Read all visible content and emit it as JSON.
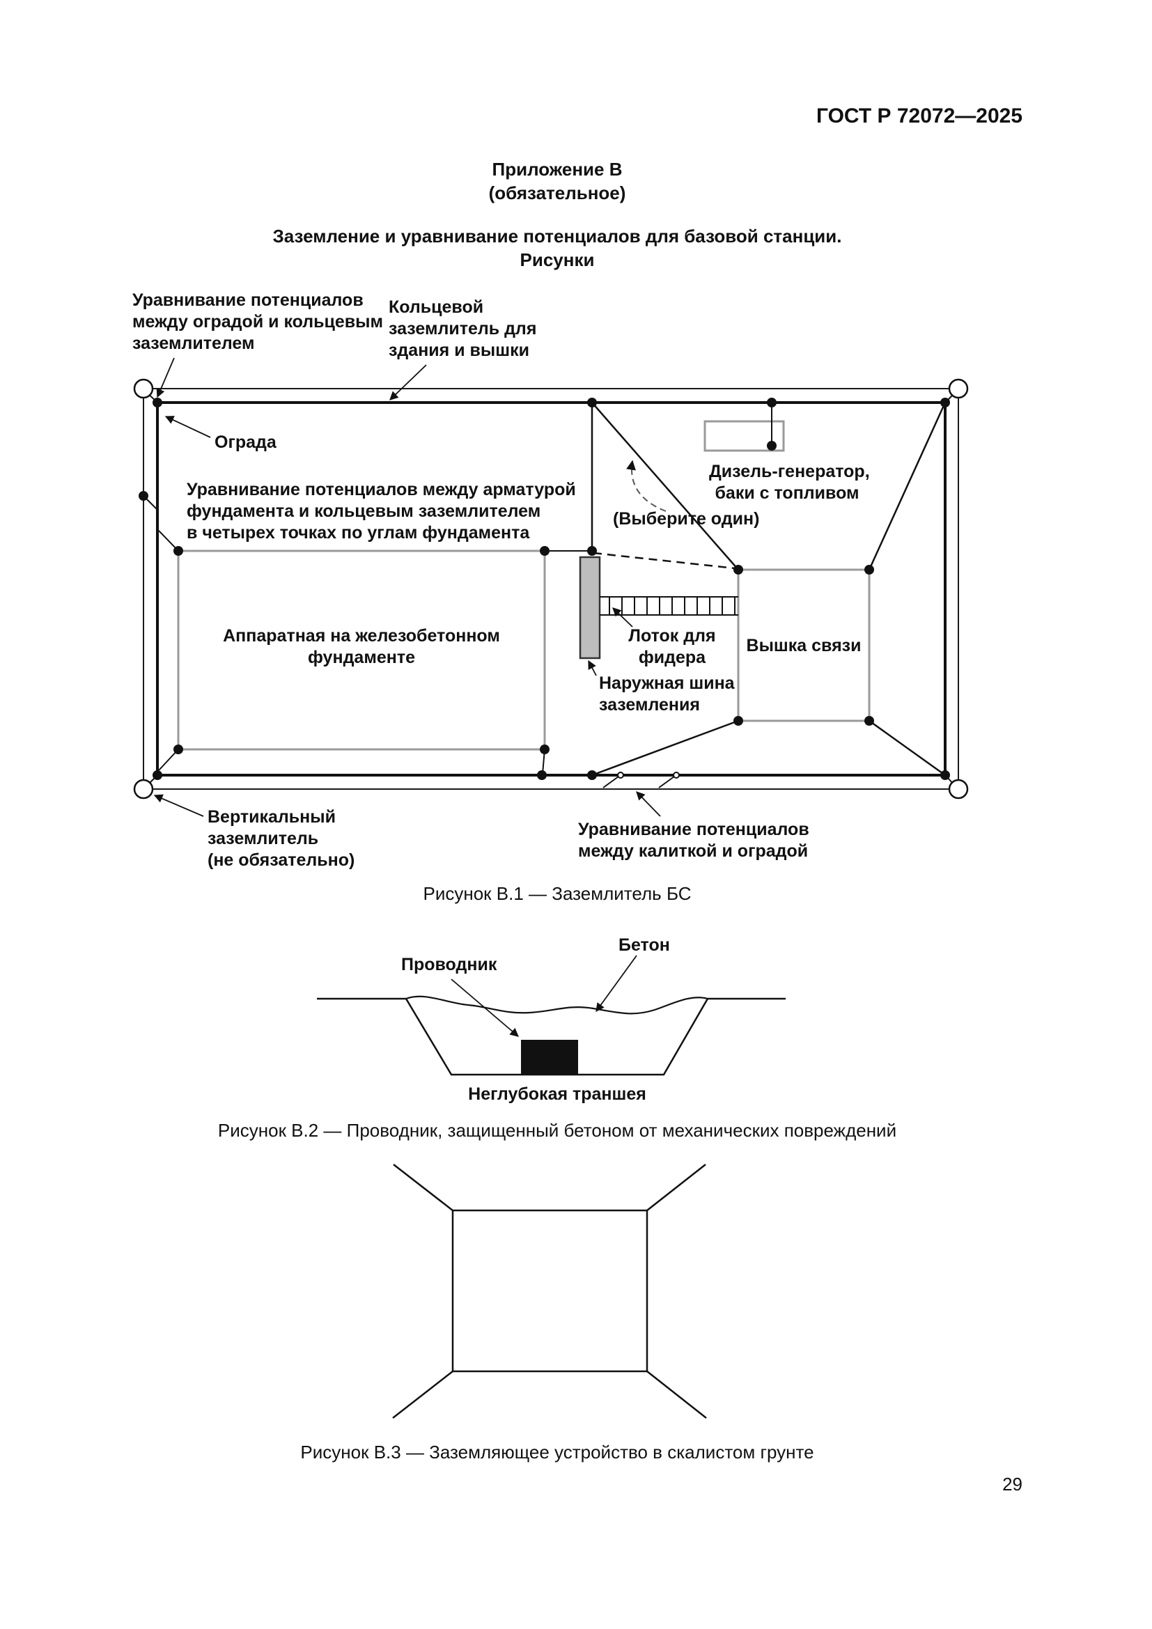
{
  "doc": {
    "header": "ГОСТ Р 72072—2025",
    "page_number": "29"
  },
  "appendix": {
    "line1": "Приложение В",
    "line2": "(обязательное)",
    "heading1": "Заземление и уравнивание потенциалов для базовой станции.",
    "heading2": "Рисунки"
  },
  "fig1": {
    "caption": "Рисунок В.1 — Заземлитель БС",
    "labels": {
      "fence_ring_bond": [
        "Уравнивание потенциалов",
        "между оградой и кольцевым",
        "заземлителем"
      ],
      "ring_ground": [
        "Кольцевой",
        "заземлитель для",
        "здания и вышки"
      ],
      "fence": "Ограда",
      "foundation_bond": [
        "Уравнивание потенциалов между арматурой",
        "фундамента и кольцевым заземлителем",
        "в четырех точках по углам фундамента"
      ],
      "diesel": [
        "Дизель-генератор,",
        "баки с топливом"
      ],
      "choose_one": "(Выберите один)",
      "equipment_room": [
        "Аппаратная на железобетонном",
        "фундаменте"
      ],
      "feeder_tray": [
        "Лоток для",
        "фидера"
      ],
      "ground_bus": [
        "Наружная шина",
        "заземления"
      ],
      "tower": "Вышка связи",
      "vertical_ground": [
        "Вертикальный",
        "заземлитель",
        "(не обязательно)"
      ],
      "gate_bond": [
        "Уравнивание потенциалов",
        "между калиткой и оградой"
      ]
    }
  },
  "fig2": {
    "caption": "Рисунок В.2 — Проводник, защищенный бетоном от механических повреждений",
    "labels": {
      "conductor": "Проводник",
      "concrete": "Бетон",
      "trench": "Неглубокая траншея"
    }
  },
  "fig3": {
    "caption": "Рисунок В.3 — Заземляющее устройство в скалистом грунте"
  }
}
